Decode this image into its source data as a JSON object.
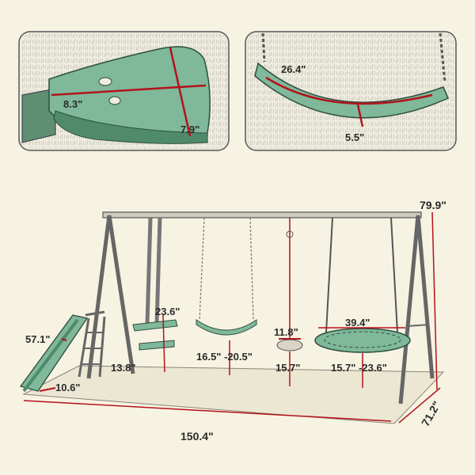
{
  "colors": {
    "background": "#f7f3e2",
    "accent_red": "#b3121b",
    "seat_green": "#7fb89a",
    "seat_green_dark": "#4f8a6c",
    "frame_gray": "#8a8a80",
    "ink": "#2b2b2b"
  },
  "panels": {
    "glider_seat": {
      "width": "8.3\"",
      "depth": "7.9\""
    },
    "belt_swing": {
      "length": "26.4\"",
      "width": "5.5\""
    }
  },
  "dimensions": {
    "overall_height": "79.9\"",
    "overall_length": "150.4\"",
    "overall_depth": "71.2\"",
    "slide_height": "57.1\"",
    "slide_base": "10.6\"",
    "glider_height": "23.6\"",
    "glider_base": "13.8\"",
    "belt_swing_height": "16.5\" -20.5\"",
    "disc_swing_diameter": "11.8\"",
    "disc_swing_height": "15.7\"",
    "saucer_diameter": "39.4\"",
    "saucer_height": "15.7\" -23.6\""
  }
}
